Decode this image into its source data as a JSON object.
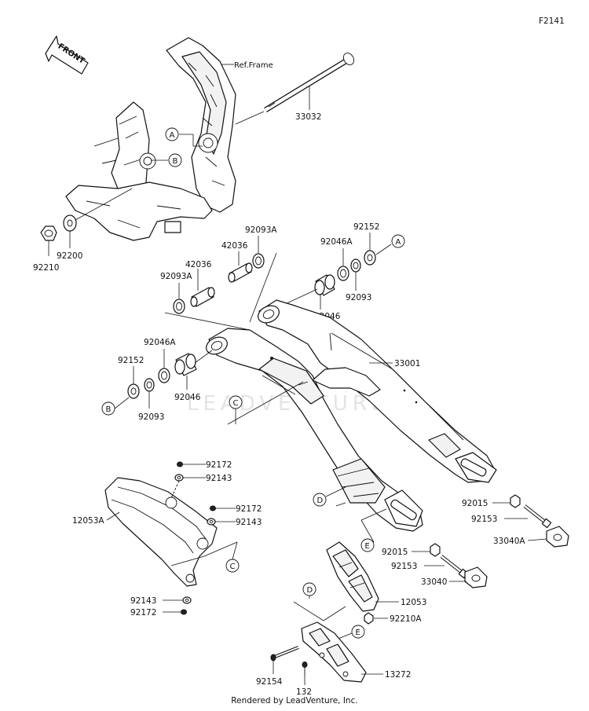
{
  "figure_code": "F2141",
  "front_label": "FRONT",
  "watermark": "LEADVENTURE",
  "footer": "Rendered by LeadVenture, Inc.",
  "part_numbers": {
    "p33032": "33032",
    "p92210": "92210",
    "p92200": "92200",
    "p92093A_top": "92093A",
    "p42036_top": "42036",
    "p42036_left": "42036",
    "p92093A_left": "92093A",
    "p92046A_top": "92046A",
    "p92152_top": "92152",
    "p92093_top": "92093",
    "p92046_top": "92046",
    "p33001": "33001",
    "p92046A_left": "92046A",
    "p92152_left": "92152",
    "p92093_left": "92093",
    "p92046_left": "92046",
    "p92172_a": "92172",
    "p92143_a": "92143",
    "p92172_b": "92172",
    "p92143_b": "92143",
    "p12053A": "12053A",
    "p92143_c": "92143",
    "p92172_c": "92172",
    "p92015_right": "92015",
    "p92153_right": "92153",
    "p33040A": "33040A",
    "p92015_mid": "92015",
    "p92153_mid": "92153",
    "p33040": "33040",
    "p12053": "12053",
    "p92210A": "92210A",
    "p92154": "92154",
    "p132": "132",
    "p13272": "13272"
  },
  "ref_frame": "Ref.Frame",
  "callouts": {
    "A1": "A",
    "A2": "A",
    "B1": "B",
    "B2": "B",
    "C1": "C",
    "C2": "C",
    "C3": "C",
    "D1": "D",
    "D2": "D",
    "E1": "E",
    "E2": "E"
  }
}
